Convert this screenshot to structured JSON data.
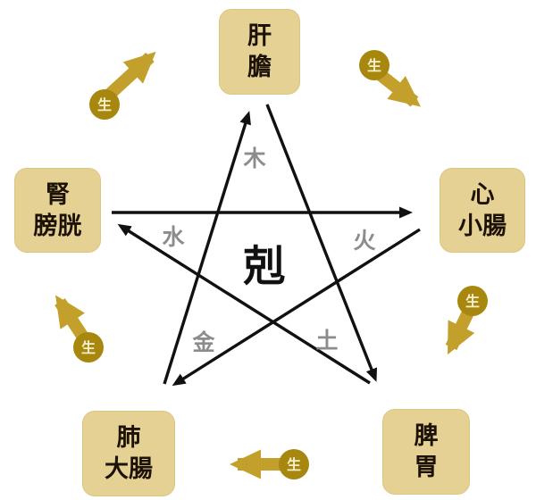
{
  "colors": {
    "box_fill": "#e6d194",
    "box_border": "#dcc67f",
    "gold": "#c2a02b",
    "gold_dark": "#a7870e",
    "badge_text": "#f6efcd",
    "element_gray": "#8c8c8c",
    "arrow_black": "#111111"
  },
  "center": {
    "label": "剋"
  },
  "sheng": {
    "label": "生"
  },
  "boxes": {
    "liver": {
      "line1": "肝",
      "line2": "膽"
    },
    "heart": {
      "line1": "心",
      "line2": "小腸"
    },
    "spleen": {
      "line1": "脾",
      "line2": "胃"
    },
    "lung": {
      "line1": "肺",
      "line2": "大腸"
    },
    "kidney": {
      "line1": "腎",
      "line2": "膀胱"
    }
  },
  "elements": {
    "wood": "木",
    "fire": "火",
    "earth": "土",
    "metal": "金",
    "water": "水"
  }
}
